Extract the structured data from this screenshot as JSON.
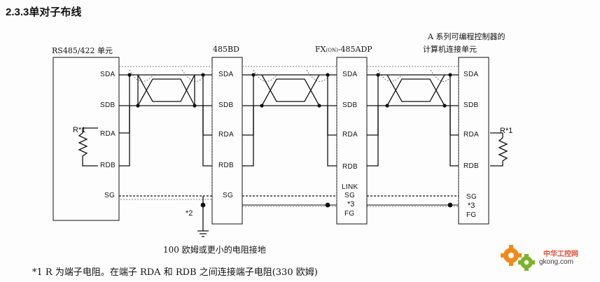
{
  "section_title": "2.3.3单对子布线",
  "units": {
    "left": "RS485/422 单元",
    "bd": "485BD",
    "adp_fx": "FX",
    "adp_sub": "(ON)",
    "adp_rest": "-485ADP",
    "right_line1": "A 系列可编程控制器的",
    "right_line2": "计算机连接单元"
  },
  "pins": {
    "sda": "SDA",
    "sdb": "SDB",
    "rda": "RDA",
    "rdb": "RDB",
    "sg": "SG",
    "link": "LINK",
    "fg": "FG"
  },
  "notes": {
    "r1_left": "R*1",
    "r1_right": "R*1",
    "n2": "*2",
    "n3_adp": "*3",
    "n3_right": "*3"
  },
  "ground_caption": "100 欧姆或更小的电阻接地",
  "footnote": "*1 R 为端子电阻。在端子 RDA 和 RDB 之间连接端子电阻(330 欧姆)",
  "watermark": {
    "line1": "中华工控网",
    "line2": "gkong.com"
  },
  "colors": {
    "line": "#111111",
    "dash": "#555555",
    "gear_orange": "#f08a1c",
    "gear_green": "#7cb32b",
    "watermark_text": "#e0503a"
  }
}
